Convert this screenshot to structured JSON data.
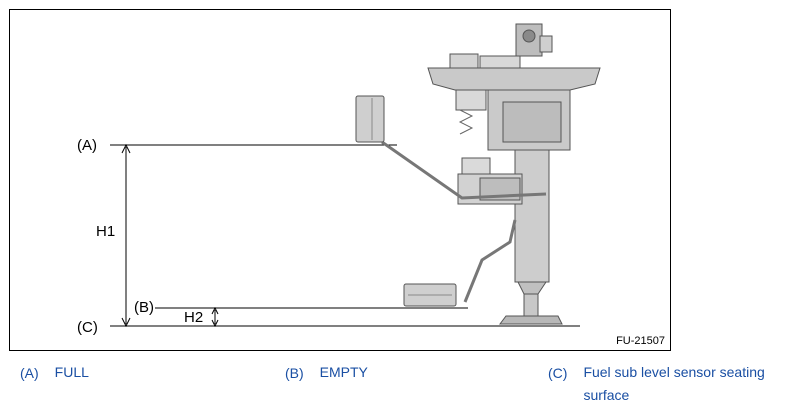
{
  "diagram": {
    "label_a": "(A)",
    "label_b": "(B)",
    "label_c": "(C)",
    "dim_h1": "H1",
    "dim_h2": "H2",
    "figure_id": "FU-21507"
  },
  "legend": [
    {
      "key": "(A)",
      "text": "FULL"
    },
    {
      "key": "(B)",
      "text": "EMPTY"
    },
    {
      "key": "(C)",
      "text": "Fuel sub level sensor seating surface"
    }
  ],
  "colors": {
    "legend_text": "#1a4fa3",
    "line": "#000000"
  }
}
